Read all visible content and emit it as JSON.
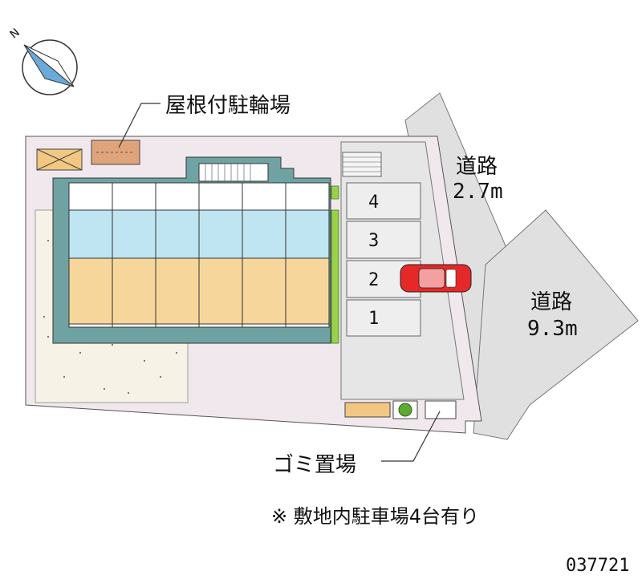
{
  "labels": {
    "bicycle_parking": "屋根付駐輪場",
    "road_narrow_name": "道路",
    "road_narrow_width": "2.7m",
    "road_wide_name": "道路",
    "road_wide_width": "9.3m",
    "garbage_area": "ゴミ置場",
    "footnote": "※ 敷地内駐車場4台有り",
    "property_code": "037721"
  },
  "parking_spaces": [
    "4",
    "3",
    "2",
    "1"
  ],
  "compass": {
    "north_label": "N"
  },
  "colors": {
    "site_ground": "#f1e8ee",
    "parking_asphalt": "#e6e6e6",
    "road": "#e0e0e0",
    "building_wall": "#6fa3a3",
    "room_floor": "#f6d69b",
    "bath_area": "#bfe4f2",
    "hedge": "#9bd14a",
    "car": "#e52828"
  }
}
